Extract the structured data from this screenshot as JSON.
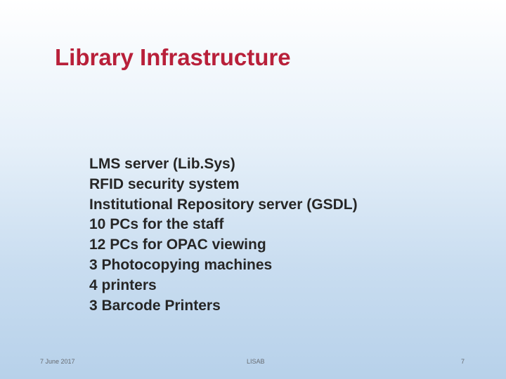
{
  "slide": {
    "title": "Library Infrastructure",
    "bullets": [
      "LMS server (Lib.Sys)",
      "RFID security system",
      "Institutional Repository server (GSDL)",
      "10 PCs for the staff",
      "12 PCs for OPAC viewing",
      "3 Photocopying machines",
      "4 printers",
      "3 Barcode Printers"
    ]
  },
  "footer": {
    "date": "7 June 2017",
    "center": "LISAB",
    "page_number": "7"
  },
  "colors": {
    "title": "#b8203a",
    "body_text": "#262626",
    "footer_text": "#666a70",
    "background_top": "#ffffff",
    "background_bottom": "#b7d1ea"
  }
}
